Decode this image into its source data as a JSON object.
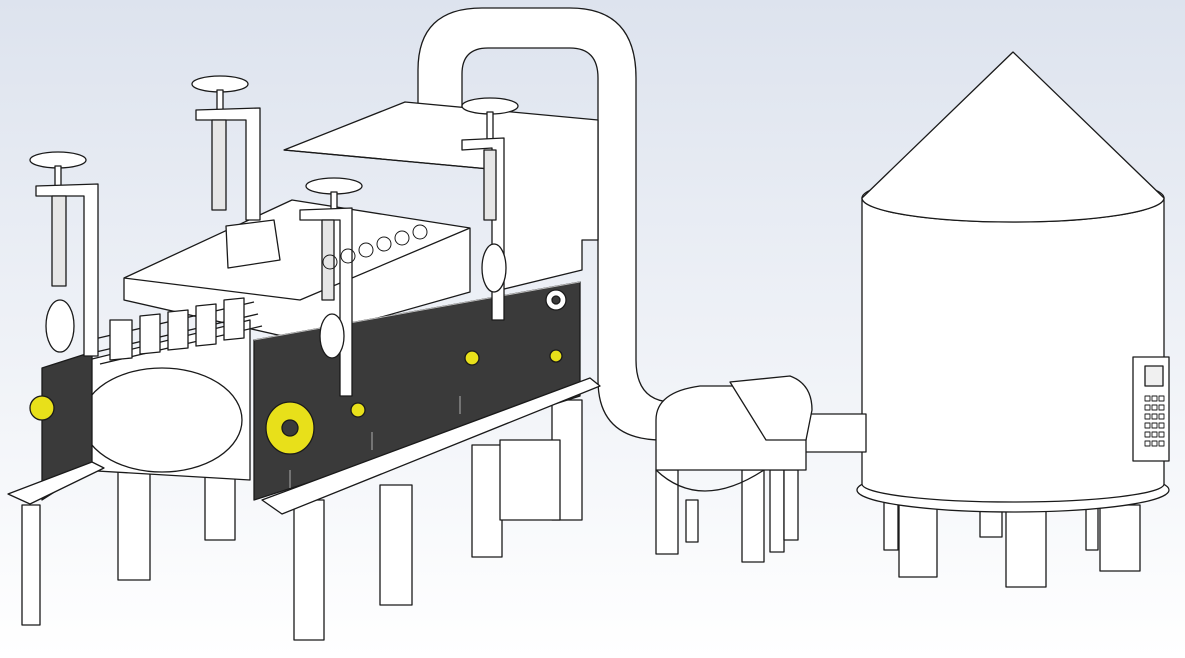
{
  "scene": {
    "description_visible_text": [],
    "colors": {
      "background_top": "#dde3ee",
      "background_bottom": "#ffffff",
      "part_fill": "#ffffff",
      "edge": "#1a1a1a",
      "steel_plate": "#3a3a3a",
      "highlight_yellow": "#e8e01a"
    },
    "components": [
      {
        "name": "belt-dryer-body"
      },
      {
        "name": "exhaust-duct"
      },
      {
        "name": "cyclone-blower"
      },
      {
        "name": "storage-silo"
      },
      {
        "name": "control-panel"
      },
      {
        "name": "adjustment-handwheel",
        "count": 5
      },
      {
        "name": "support-leg",
        "count": 14
      }
    ]
  }
}
